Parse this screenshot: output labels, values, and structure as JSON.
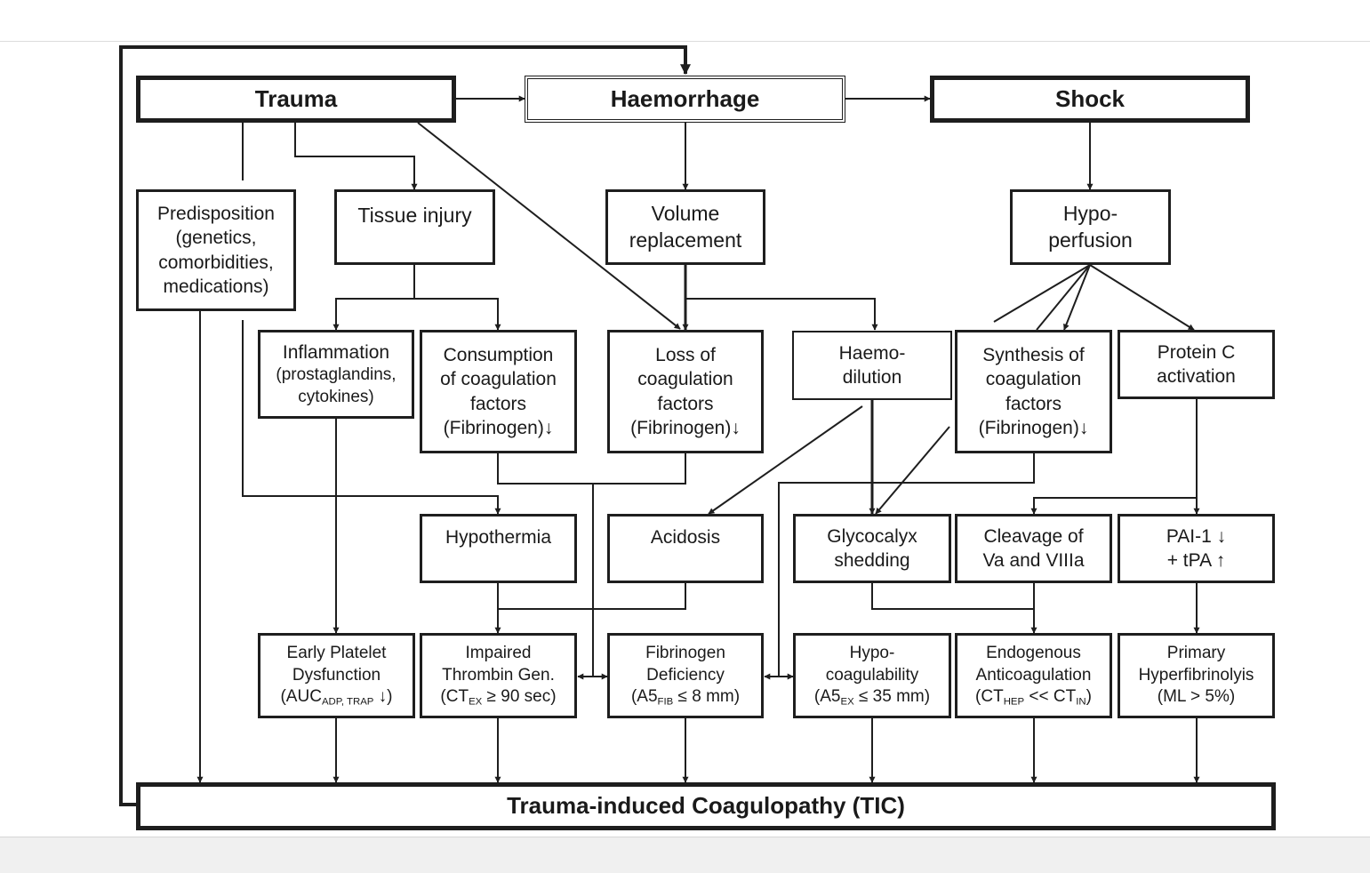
{
  "nodes": {
    "trauma": "Trauma",
    "haemorrhage": "Haemorrhage",
    "shock": "Shock",
    "predisposition": [
      "Predisposition",
      "(genetics,",
      "comorbidities,",
      "medications)"
    ],
    "tissue_injury": "Tissue injury",
    "volume_replacement": [
      "Volume",
      "replacement"
    ],
    "hypoperfusion": [
      "Hypo-",
      "perfusion"
    ],
    "inflammation": [
      "Inflammation",
      "(prostaglandins,",
      "cytokines)"
    ],
    "consumption": [
      "Consumption",
      "of coagulation",
      "factors",
      "(Fibrinogen)↓"
    ],
    "loss": [
      "Loss of",
      "coagulation",
      "factors",
      "(Fibrinogen)↓"
    ],
    "haemodilution": [
      "Haemo-",
      "dilution"
    ],
    "synthesis": [
      "Synthesis of",
      "coagulation",
      "factors",
      "(Fibrinogen)↓"
    ],
    "protein_c": [
      "Protein C",
      "activation"
    ],
    "hypothermia": "Hypothermia",
    "acidosis": "Acidosis",
    "glycocalyx": [
      "Glycocalyx",
      "shedding"
    ],
    "cleavage": [
      "Cleavage of",
      "Va and VIIIa"
    ],
    "pai": [
      "PAI-1 ↓",
      "+ tPA ↑"
    ],
    "early_platelet": {
      "l1": "Early Platelet",
      "l2": "Dysfunction",
      "pre": "(AUC",
      "sub": "ADP, TRAP",
      "post": " ↓)"
    },
    "impaired_thrombin": {
      "l1": "Impaired",
      "l2": "Thrombin Gen.",
      "pre": "(CT",
      "sub": "EX",
      "post": " ≥ 90 sec)"
    },
    "fibrinogen_deficiency": {
      "l1": "Fibrinogen",
      "l2": "Deficiency",
      "pre": "(A5",
      "sub": "FIB",
      "post": " ≤ 8 mm)"
    },
    "hypocoagulability": {
      "l1": "Hypo-",
      "l2": "coagulability",
      "pre": "(A5",
      "sub": "EX",
      "post": " ≤ 35 mm)"
    },
    "endogenous": {
      "l1": "Endogenous",
      "l2": "Anticoagulation",
      "pre": "(CT",
      "sub": "HEP",
      "post": " << CT",
      "sub2": "IN",
      "post2": ")"
    },
    "hyperfibrinolysis": [
      "Primary",
      "Hyperfibrinolyis",
      "(ML > 5%)"
    ],
    "tic": "Trauma-induced Coagulopathy (TIC)"
  }
}
